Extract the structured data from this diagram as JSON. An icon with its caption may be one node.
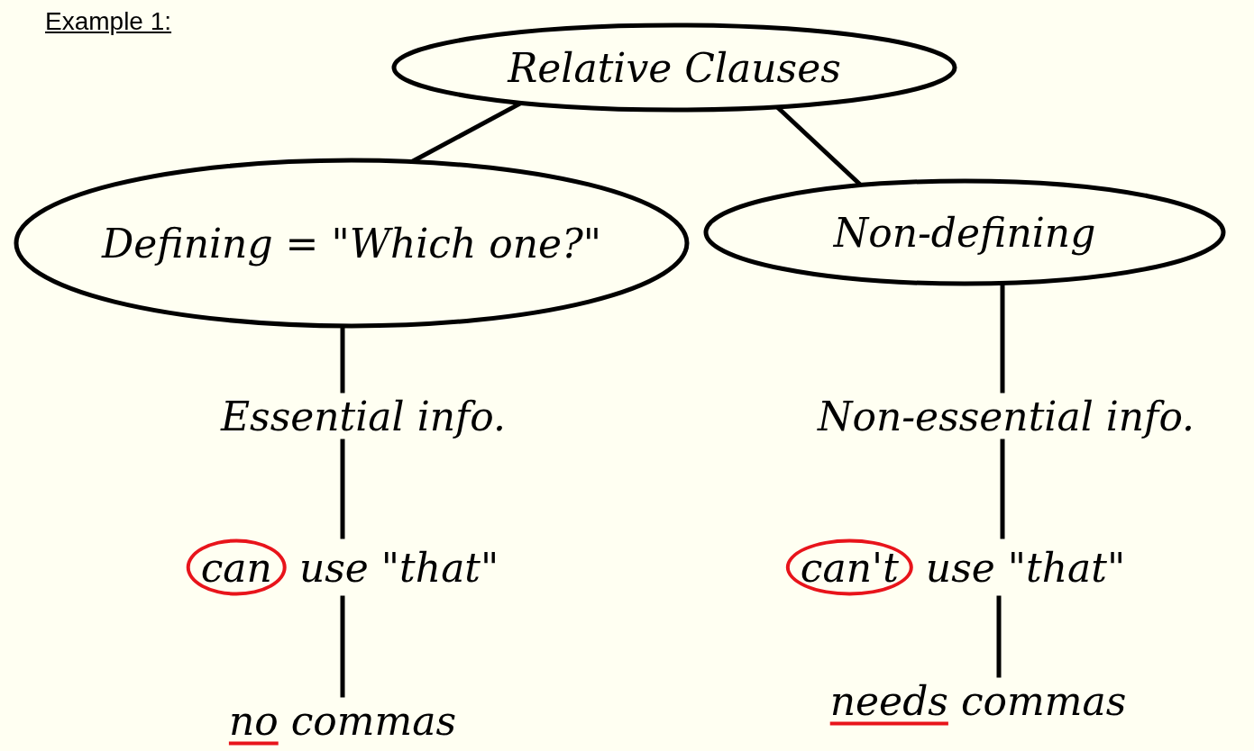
{
  "diagram": {
    "title": "Example 1:",
    "nodes": [
      {
        "text": [
          "Relative Clauses"
        ]
      },
      {
        "text": [
          "Defining = \"Which one?\""
        ]
      },
      {
        "text": [
          "Non-defining"
        ]
      },
      {
        "text": [
          "Essential info."
        ]
      },
      {
        "text": [
          "Non-essential info."
        ]
      },
      {
        "text": [
          "can",
          "use \"that\""
        ]
      },
      {
        "text": [
          "can't",
          "use \"that\""
        ]
      },
      {
        "text": [
          "no",
          "commas"
        ]
      },
      {
        "text": [
          "needs",
          "commas"
        ]
      }
    ],
    "edges": [
      {
        "from": 0,
        "to": 1,
        "arrow": "none"
      },
      {
        "from": 0,
        "to": 2,
        "arrow": "none"
      },
      {
        "from": 1,
        "to": 3,
        "arrow": "none"
      },
      {
        "from": 2,
        "to": 4,
        "arrow": "none"
      },
      {
        "from": 3,
        "to": 5,
        "arrow": "none"
      },
      {
        "from": 4,
        "to": 6,
        "arrow": "none"
      },
      {
        "from": 5,
        "to": 7,
        "arrow": "none"
      },
      {
        "from": 6,
        "to": 8,
        "arrow": "none"
      }
    ]
  }
}
